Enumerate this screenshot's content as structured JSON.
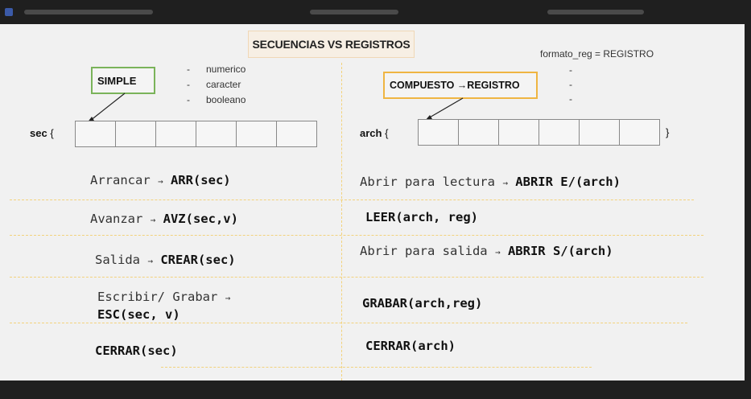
{
  "title": "SECUENCIAS VS REGISTROS",
  "left": {
    "type_label": "SIMPLE",
    "types": [
      "numerico",
      "caracter",
      "booleano"
    ],
    "var_label": "sec",
    "brace_open": "{",
    "ops": [
      {
        "text": "Arrancar",
        "arrow": "→",
        "code": "ARR(sec)"
      },
      {
        "text": "Avanzar",
        "arrow": "→",
        "code": "AVZ(sec,v)"
      },
      {
        "text": "Salida",
        "arrow": "→",
        "code": "CREAR(sec)"
      },
      {
        "text": "Escribir/ Grabar",
        "arrow": "→",
        "code": "ESC(sec, v)"
      },
      {
        "text": "",
        "arrow": "",
        "code": "CERRAR(sec)"
      }
    ]
  },
  "right": {
    "format_note": "formato_reg = REGISTRO",
    "fields": [
      "-",
      "-",
      "-"
    ],
    "type_label": "COMPUESTO →REGISTRO",
    "var_label": "arch",
    "brace_open": "{",
    "brace_close": "}",
    "ops": [
      {
        "text": "Abrir para lectura",
        "arrow": "→",
        "code": "ABRIR E/(arch)"
      },
      {
        "text": "",
        "arrow": "",
        "code": "LEER(arch, reg)"
      },
      {
        "text": "Abrir para salida",
        "arrow": "→",
        "code": "ABRIR S/(arch)"
      },
      {
        "text": "",
        "arrow": "",
        "code": "GRABAR(arch,reg)"
      },
      {
        "text": "",
        "arrow": "",
        "code": "CERRAR(arch)"
      }
    ]
  },
  "colors": {
    "simple_border": "#7ab35a",
    "compuesto_border": "#efb542",
    "divider": "#f3d27c"
  }
}
